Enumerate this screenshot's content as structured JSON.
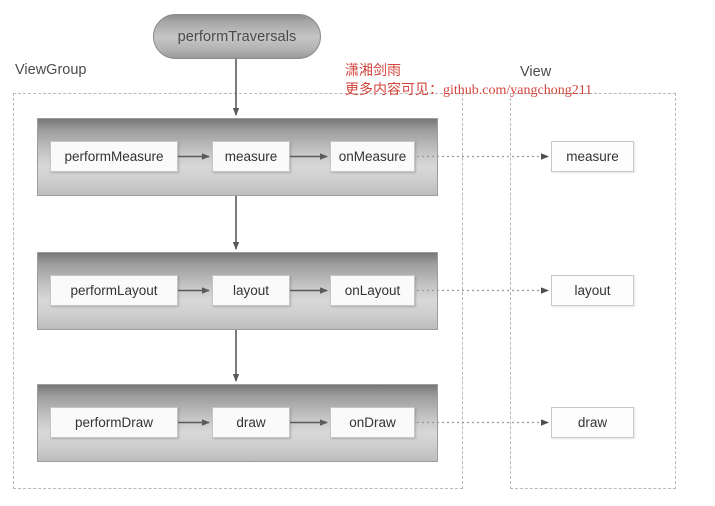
{
  "diagram": {
    "title_node": "performTraversals",
    "groups": [
      {
        "key": "viewgroup",
        "label": "ViewGroup"
      },
      {
        "key": "view",
        "label": "View"
      }
    ],
    "rows": [
      {
        "key": "measure",
        "viewgroup_chain": [
          "performMeasure",
          "measure",
          "onMeasure"
        ],
        "view_node": "measure"
      },
      {
        "key": "layout",
        "viewgroup_chain": [
          "performLayout",
          "layout",
          "onLayout"
        ],
        "view_node": "layout"
      },
      {
        "key": "draw",
        "viewgroup_chain": [
          "performDraw",
          "draw",
          "onDraw"
        ],
        "view_node": "draw"
      }
    ],
    "annotation": {
      "line1": "潇湘剑雨",
      "line2": "更多内容可见：github.com/yangchong211",
      "color": "#d1453c"
    },
    "colors": {
      "band_gradient_top": "#777777",
      "band_gradient_mid": "#d8d8d8",
      "pill_fill": "#c6c6c6",
      "dashed_border": "#b9b9b9",
      "node_fill": "#fafafa",
      "arrow": "#5a5a5a",
      "text": "#333333"
    }
  }
}
